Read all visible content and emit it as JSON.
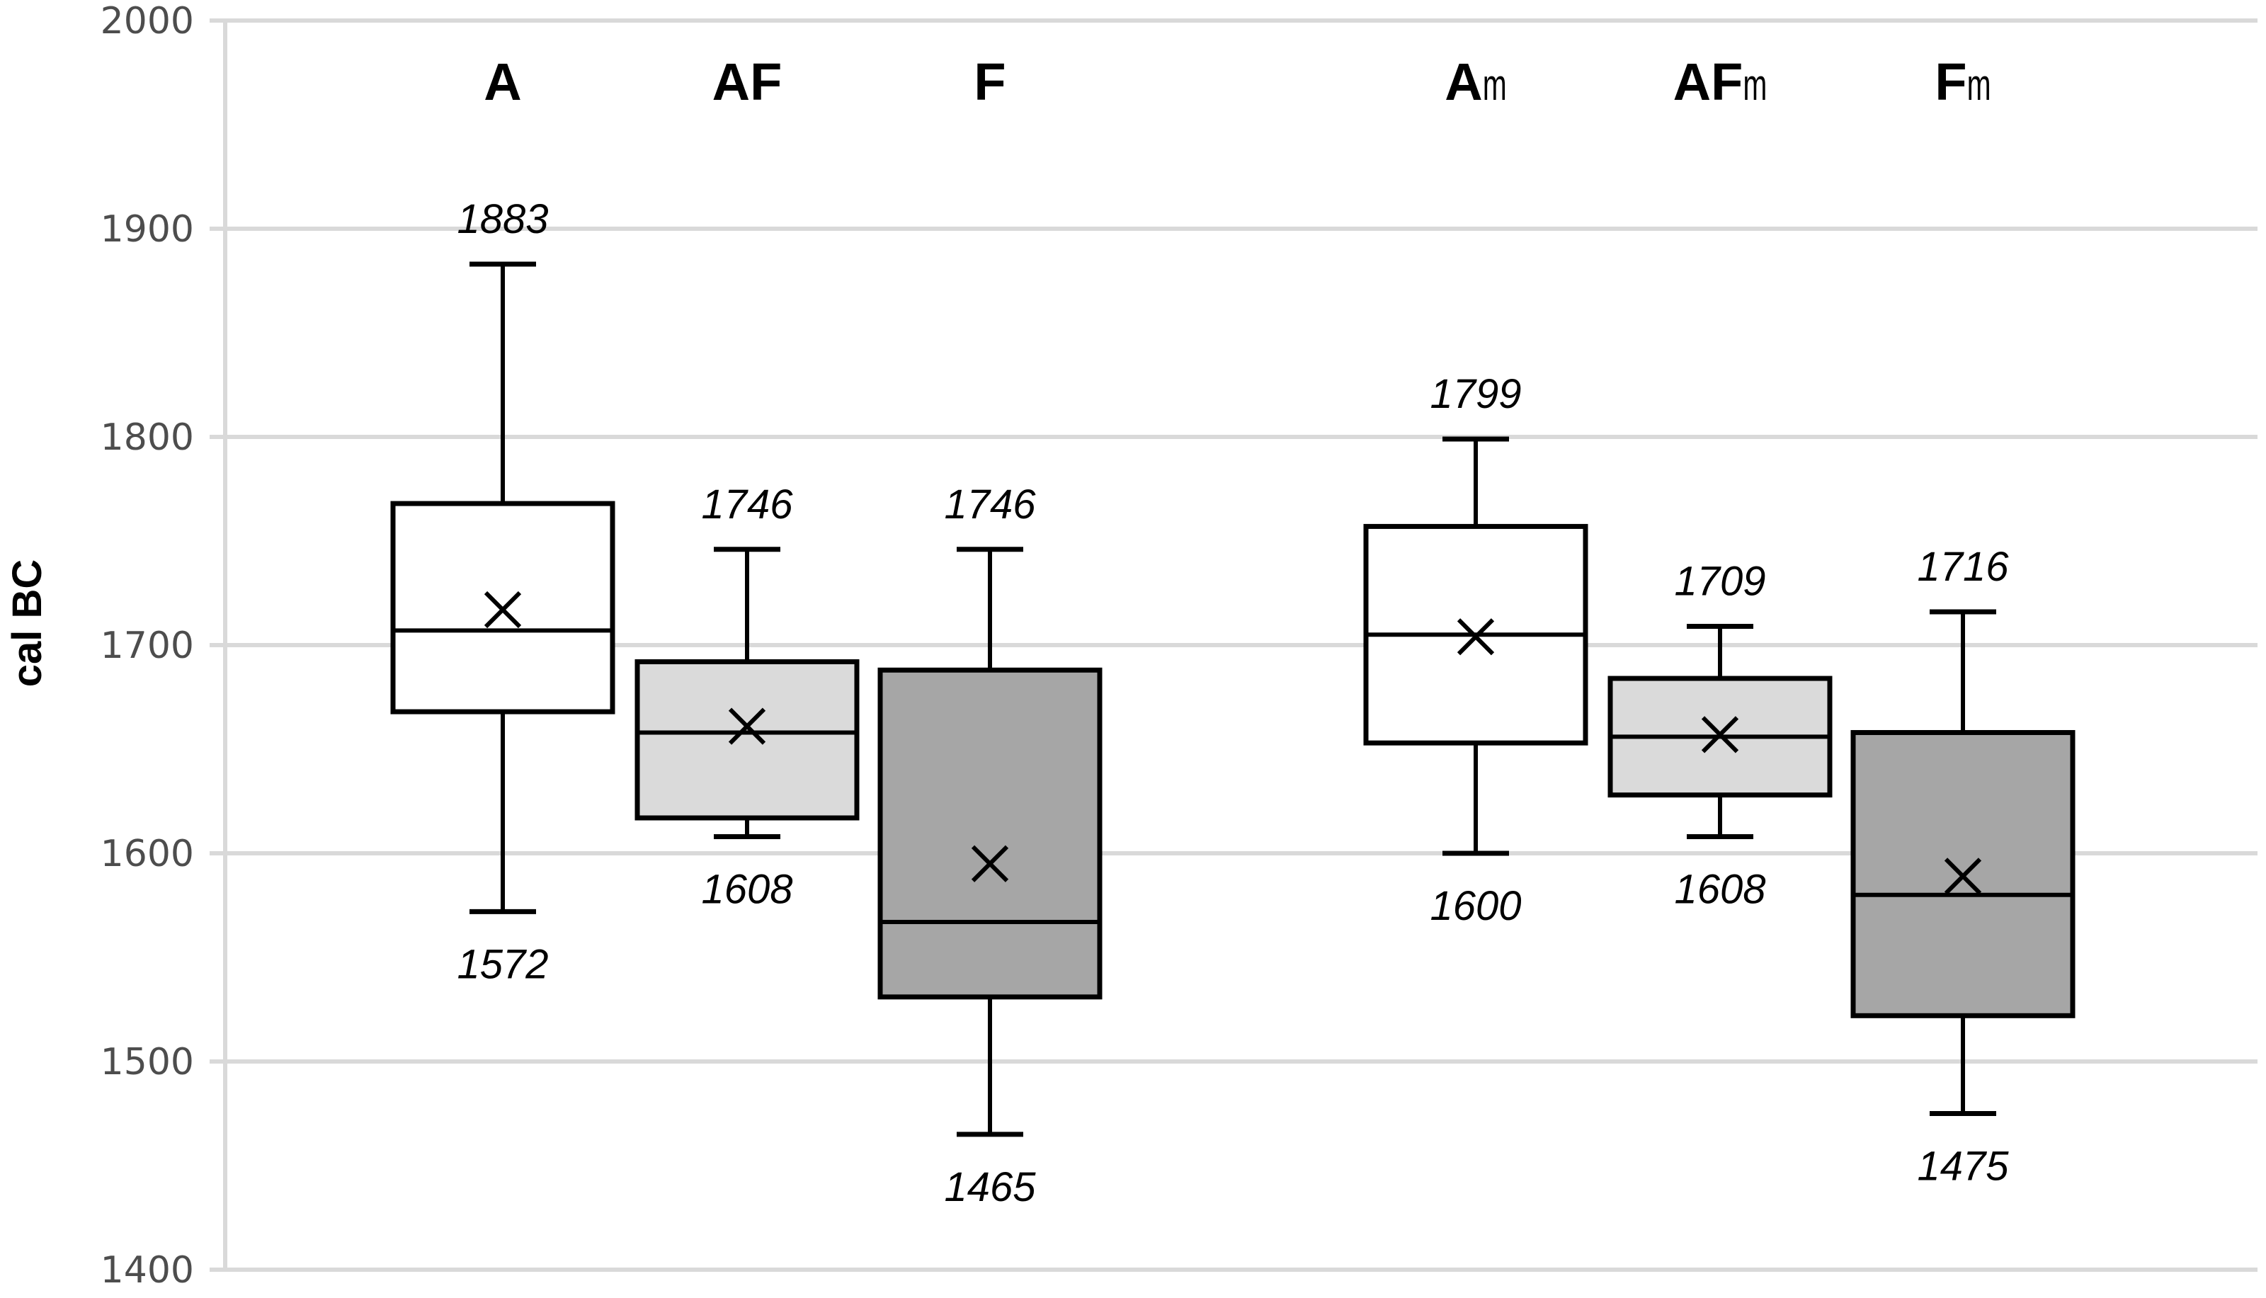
{
  "chart_data": {
    "type": "boxplot",
    "title": "",
    "xlabel": "",
    "ylabel": "cal BC",
    "ylim": [
      1400,
      2000
    ],
    "yticks": [
      1400,
      1500,
      1600,
      1700,
      1800,
      1900,
      2000
    ],
    "grid": "horizontal",
    "legend": "none",
    "groups": [
      {
        "name": "left",
        "categories": [
          {
            "label_main": "A",
            "label_sub": "",
            "fill": "#ffffff",
            "min": 1572,
            "q1": 1668,
            "median": 1707,
            "q3": 1768,
            "max": 1883,
            "mean": 1717,
            "min_label": "1572",
            "max_label": "1883"
          },
          {
            "label_main": "AF",
            "label_sub": "",
            "fill": "#dadada",
            "min": 1608,
            "q1": 1617,
            "median": 1658,
            "q3": 1692,
            "max": 1746,
            "mean": 1661,
            "min_label": "1608",
            "max_label": "1746"
          },
          {
            "label_main": "F",
            "label_sub": "",
            "fill": "#a6a6a6",
            "min": 1465,
            "q1": 1531,
            "median": 1567,
            "q3": 1688,
            "max": 1746,
            "mean": 1595,
            "min_label": "1465",
            "max_label": "1746"
          }
        ]
      },
      {
        "name": "right",
        "categories": [
          {
            "label_main": "A",
            "label_sub": "m",
            "fill": "#ffffff",
            "min": 1600,
            "q1": 1653,
            "median": 1705,
            "q3": 1757,
            "max": 1799,
            "mean": 1704,
            "min_label": "1600",
            "max_label": "1799"
          },
          {
            "label_main": "AF",
            "label_sub": "m",
            "fill": "#dadada",
            "min": 1608,
            "q1": 1628,
            "median": 1656,
            "q3": 1684,
            "max": 1709,
            "mean": 1657,
            "min_label": "1608",
            "max_label": "1709"
          },
          {
            "label_main": "F",
            "label_sub": "m",
            "fill": "#a6a6a6",
            "min": 1475,
            "q1": 1522,
            "median": 1580,
            "q3": 1658,
            "max": 1716,
            "mean": 1589,
            "min_label": "1475",
            "max_label": "1716"
          }
        ]
      }
    ],
    "colors": {
      "grid": "#d9d9d9",
      "stroke": "#000000",
      "tick_text": "#4d4d4d"
    }
  }
}
